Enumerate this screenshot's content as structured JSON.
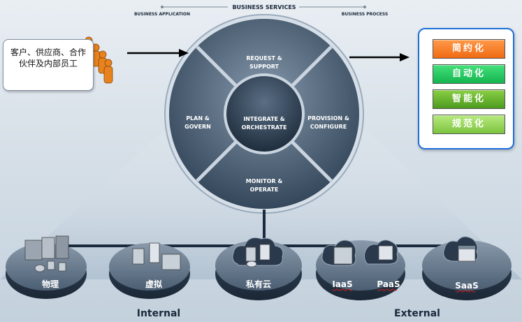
{
  "header": {
    "business_services": "BUSINESS SERVICES",
    "business_application": "BUSINESS APPLICATION",
    "business_process": "BUSINESS PROCESS"
  },
  "clients": {
    "label": "客户、供应商、合作伙伴及内部员工"
  },
  "wheel": {
    "center": [
      "INTEGRATE &",
      "ORCHESTRATE"
    ],
    "top": [
      "REQUEST &",
      "SUPPORT"
    ],
    "left": [
      "PLAN &",
      "GOVERN"
    ],
    "right": [
      "PROVISION &",
      "CONFIGURE"
    ],
    "bottom": [
      "MONITOR &",
      "OPERATE"
    ]
  },
  "benefits": [
    "简约化",
    "自动化",
    "智能化",
    "规范化"
  ],
  "platforms": {
    "physical": "物理",
    "virtual": "虚拟",
    "private_cloud": "私有云",
    "iaas": "IaaS",
    "paas": "PaaS",
    "saas": "SaaS"
  },
  "groups": {
    "internal": "Internal",
    "external": "External"
  },
  "colors": {
    "wheel_dark": "#2c3d50",
    "wheel_light": "#6d8196",
    "benefit_orange": "#f06a12",
    "benefit_green": "#15b550",
    "benefit_olive": "#4c9a1e",
    "benefit_lime": "#7cc43e",
    "benefits_border": "#1e6fd9"
  }
}
